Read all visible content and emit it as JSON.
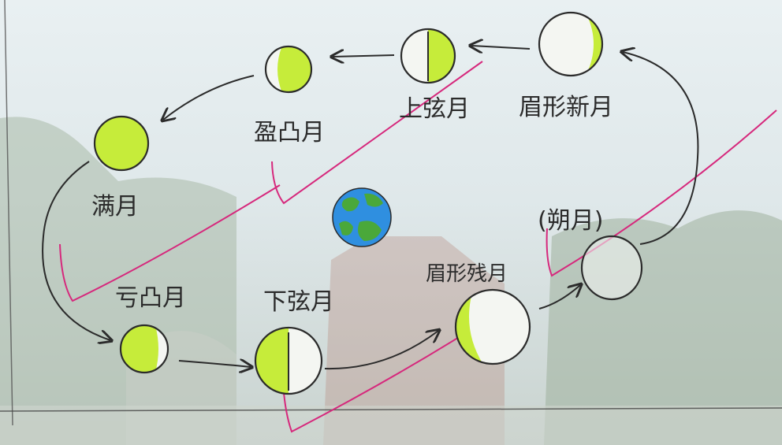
{
  "labels": {
    "waxing_crescent": "眉形新月",
    "first_quarter": "上弦月",
    "waxing_gibbous": "盈凸月",
    "full_moon": "满月",
    "waning_gibbous": "亏凸月",
    "last_quarter": "下弦月",
    "waning_crescent": "眉形残月",
    "new_moon": "(朔月)"
  },
  "colors": {
    "moon_lit": "#c6ec3a",
    "moon_lit_light": "#dcf56b",
    "ink": "#2b2b2b",
    "guide_line": "#d6287c",
    "earth_ocean": "#2f8fe0",
    "earth_land": "#4aa83a"
  },
  "icons": {
    "earth": "earth-globe-icon",
    "arrow": "orbit-arrow-icon"
  }
}
